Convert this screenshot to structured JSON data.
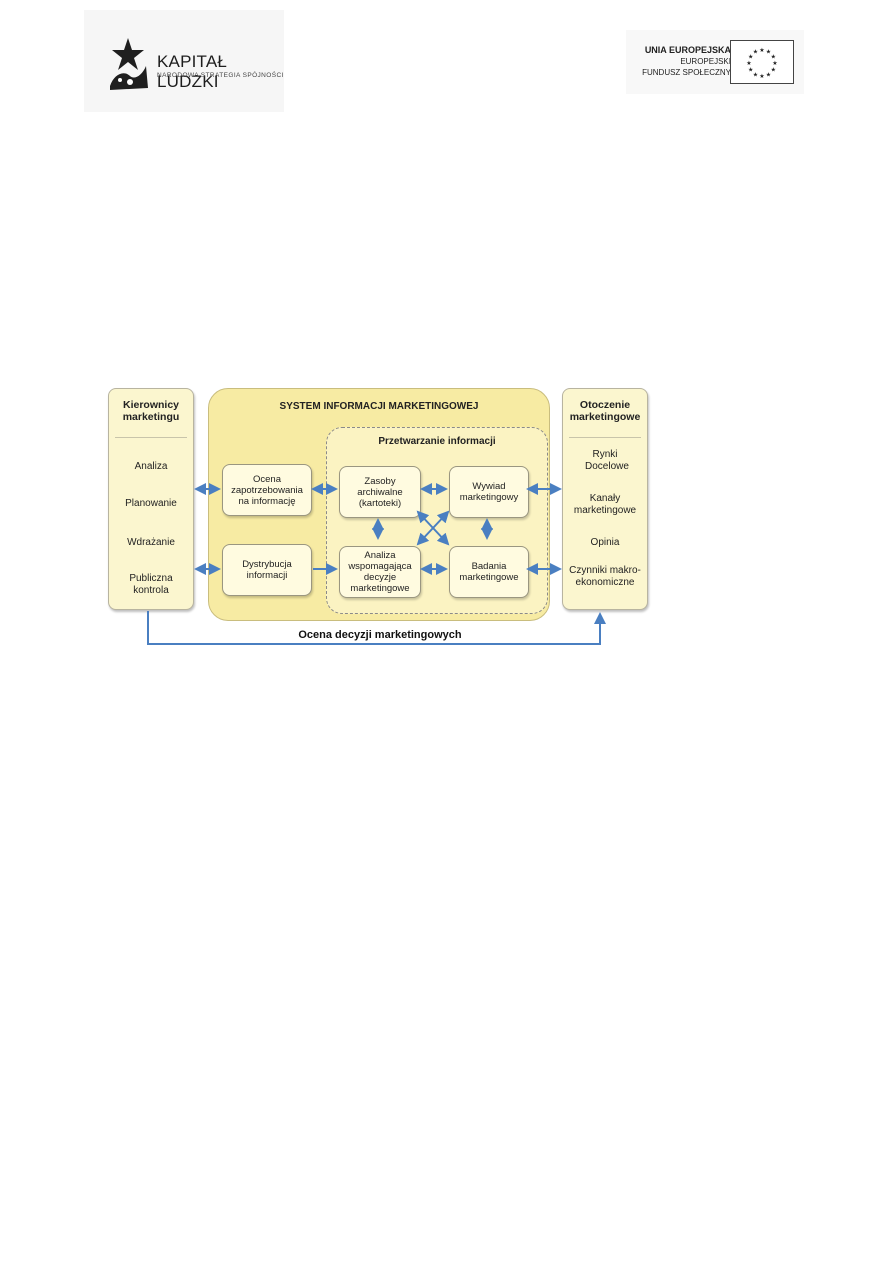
{
  "header": {
    "left_logo": {
      "title": "KAPITAŁ LUDZKI",
      "subtitle": "NARODOWA STRATEGIA SPÓJNOŚCI"
    },
    "right_logo": {
      "line1": "UNIA EUROPEJSKA",
      "line2": "EUROPEJSKI",
      "line3": "FUNDUSZ SPOŁECZNY"
    }
  },
  "diagram": {
    "left_panel": {
      "title": "Kierownicy marketingu",
      "items": [
        "Analiza",
        "Planowanie",
        "Wdrażanie",
        "Publiczna kontrola"
      ]
    },
    "system": {
      "title": "SYSTEM INFORMACJI MARKETINGOWEJ",
      "needs": "Ocena zapotrzebowania na informację",
      "distribution": "Dystrybucja informacji",
      "processing": {
        "title": "Przetwarzanie informacji",
        "records": "Zasoby archiwalne (kartoteki)",
        "intelligence": "Wywiad marketingowy",
        "decision_support": "Analiza wspomagająca decyzje marketingowe",
        "research": "Badania marketingowe"
      }
    },
    "right_panel": {
      "title": "Otoczenie marketingowe",
      "items": [
        "Rynki Docelowe",
        "Kanały marketingowe",
        "Opinia",
        "Czynniki makro-ekonomiczne"
      ]
    },
    "feedback_label": "Ocena decyzji marketingowych",
    "arrow_color": "#4a7fc1"
  }
}
